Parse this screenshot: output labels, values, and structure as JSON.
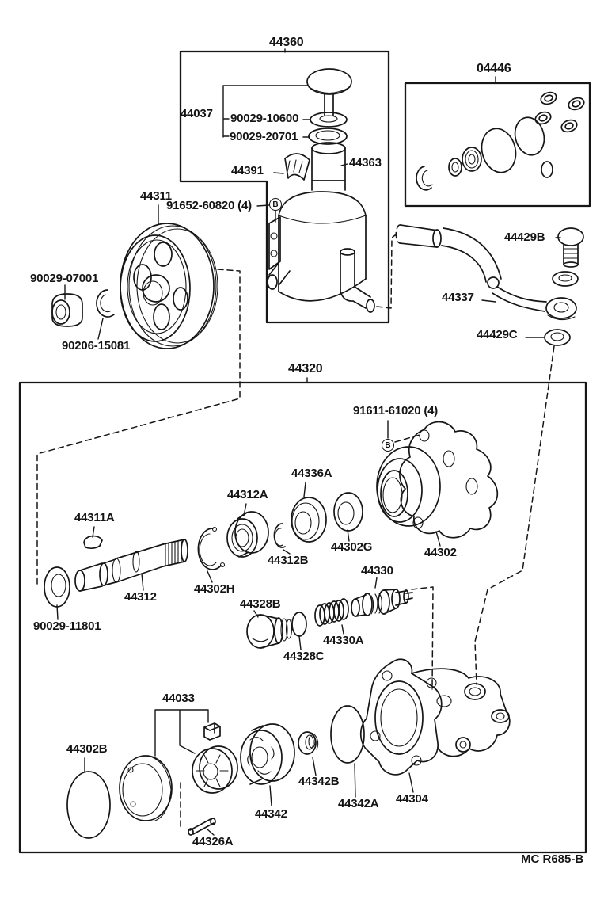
{
  "diagram": {
    "kind": "exploded-parts-diagram",
    "drawing_code": "MC R685-B",
    "bolt_symbol": "B",
    "boxes": {
      "reservoir_assembly": "44360",
      "seal_kit": "04446",
      "pump_assembly": "44320"
    },
    "parts": {
      "p44037": "44037",
      "p90029_10600": "90029-10600",
      "p90029_20701": "90029-20701",
      "p44391": "44391",
      "p44363": "44363",
      "p44311": "44311",
      "p91652_60820": "91652-60820 (4)",
      "p90029_07001": "90029-07001",
      "p90206_15081": "90206-15081",
      "p44429B": "44429B",
      "p44337": "44337",
      "p44429C": "44429C",
      "p91611_61020": "91611-61020 (4)",
      "p44336A": "44336A",
      "p44312A": "44312A",
      "p44302G": "44302G",
      "p44302": "44302",
      "p44311A": "44311A",
      "p44312B": "44312B",
      "p44302H": "44302H",
      "p44312": "44312",
      "p90029_11801": "90029-11801",
      "p44330": "44330",
      "p44328B": "44328B",
      "p44330A": "44330A",
      "p44328C": "44328C",
      "p44033": "44033",
      "p44302B": "44302B",
      "p44342B": "44342B",
      "p44342": "44342",
      "p44342A": "44342A",
      "p44304": "44304",
      "p44326A": "44326A"
    }
  }
}
